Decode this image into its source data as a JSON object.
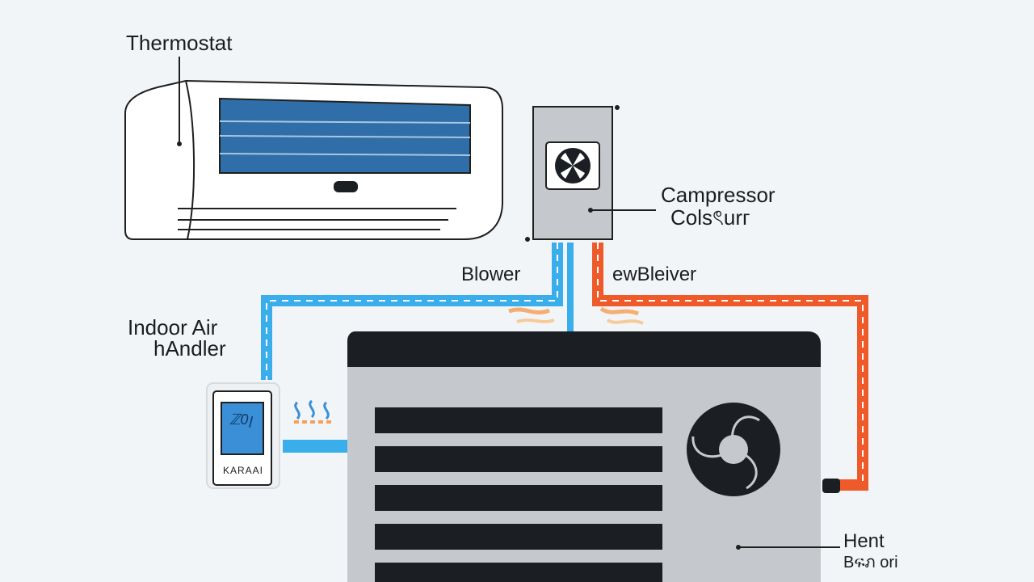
{
  "labels": {
    "thermostat": "Thermostat",
    "compressor_line1": "Campressor",
    "compressor_line2": "Colsৎurг",
    "blower_left": "Blower",
    "blower_right": "ewBleiver",
    "indoor_line1": "Indoor Air",
    "indoor_line2": "hAndler",
    "heat_line1": "Hent",
    "heat_line2": "Bፍภ ori"
  },
  "thermostat_device": {
    "display_text": "ℤ0ꞁ",
    "brand_text": "KARAAI"
  },
  "colors": {
    "background": "#f2f5f8",
    "cold_line": "#3aaeea",
    "hot_line": "#ef5a2a",
    "outdoor_unit": "#c5c9cd",
    "outdoor_top": "#1b1e22",
    "grille": "#1b1e22",
    "indoor_vent": "#2f6ea8",
    "outline": "#1f1f1f"
  },
  "icons": {
    "small_fan": "fan-icon",
    "large_fan": "fan-icon",
    "airflow": "airflow-icon"
  }
}
